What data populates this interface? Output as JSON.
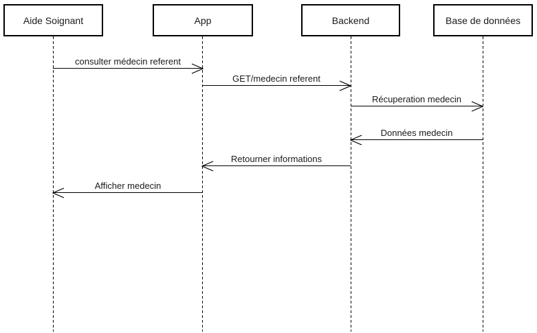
{
  "diagram": {
    "type": "uml-sequence-diagram",
    "colors": {
      "background": "#ffffff",
      "line": "#000000",
      "text": "#1a1a1a"
    },
    "actors": [
      {
        "label": "Aide Soignant"
      },
      {
        "label": "App"
      },
      {
        "label": "Backend"
      },
      {
        "label": "Base de données"
      }
    ],
    "messages": [
      {
        "label": "consulter médecin referent",
        "from": "Aide Soignant",
        "to": "App",
        "direction": "right"
      },
      {
        "label": "GET/medecin referent",
        "from": "App",
        "to": "Backend",
        "direction": "right"
      },
      {
        "label": "Récuperation medecin",
        "from": "Backend",
        "to": "Base de données",
        "direction": "right"
      },
      {
        "label": "Données medecin",
        "from": "Base de données",
        "to": "Backend",
        "direction": "left"
      },
      {
        "label": "Retourner informations",
        "from": "Backend",
        "to": "App",
        "direction": "left"
      },
      {
        "label": "Afficher medecin",
        "from": "App",
        "to": "Aide Soignant",
        "direction": "left"
      }
    ]
  }
}
